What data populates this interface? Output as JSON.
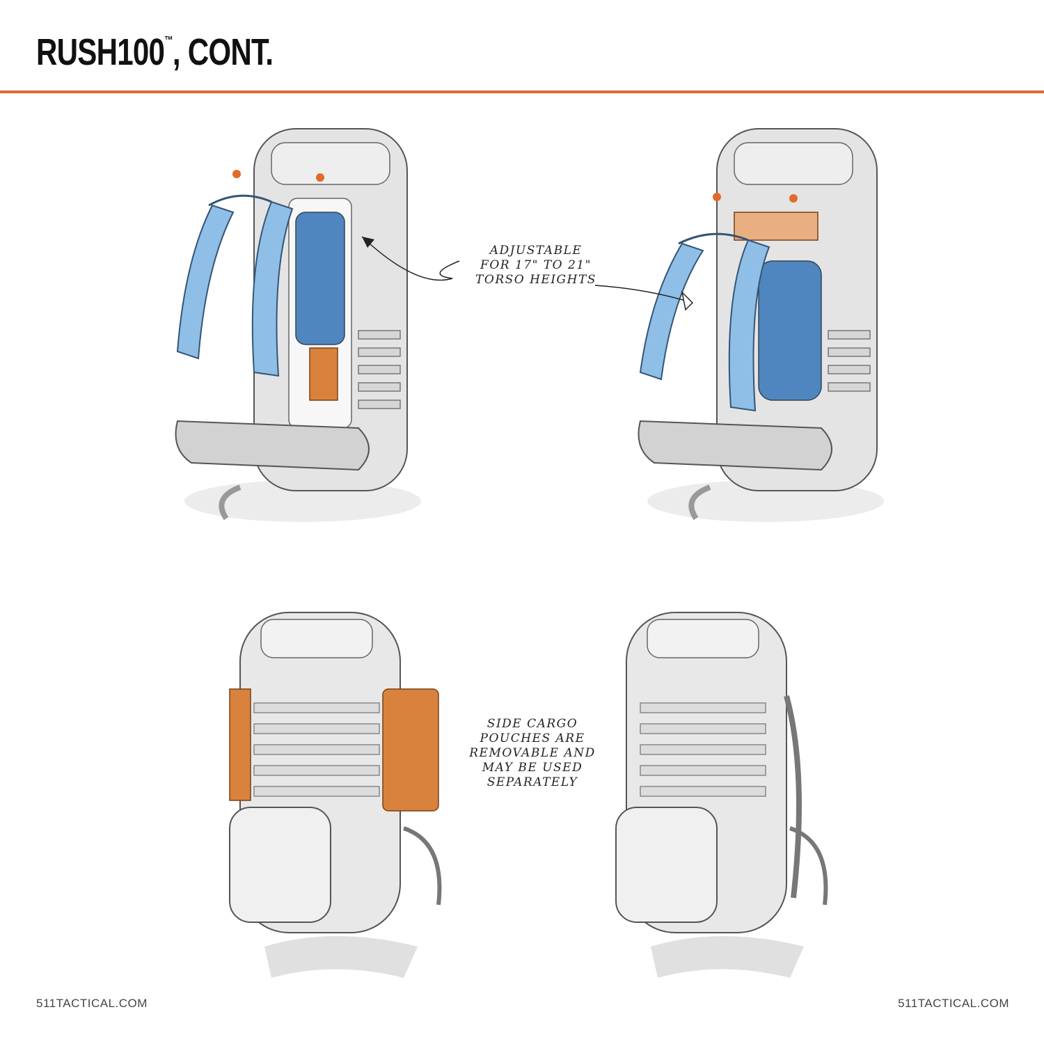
{
  "header": {
    "title_main": "RUSH100",
    "title_tm": "™",
    "title_suffix": ", CONT."
  },
  "callouts": {
    "torso": [
      "ADJUSTABLE",
      "FOR 17\" TO 21\"",
      "TORSO HEIGHTS"
    ],
    "pouches": [
      "SIDE CARGO",
      "POUCHES ARE",
      "REMOVABLE AND",
      "MAY BE USED",
      "SEPARATELY"
    ]
  },
  "footer": {
    "left": "511TACTICAL.COM",
    "right": "511TACTICAL.COM"
  },
  "colors": {
    "accent": "#e06a2b",
    "harness_blue": "#8fbfe6",
    "panel_blue": "#4f86bf",
    "pouch_orange": "#d9823d",
    "body_gray": "#e4e4e4",
    "line": "#555555"
  }
}
